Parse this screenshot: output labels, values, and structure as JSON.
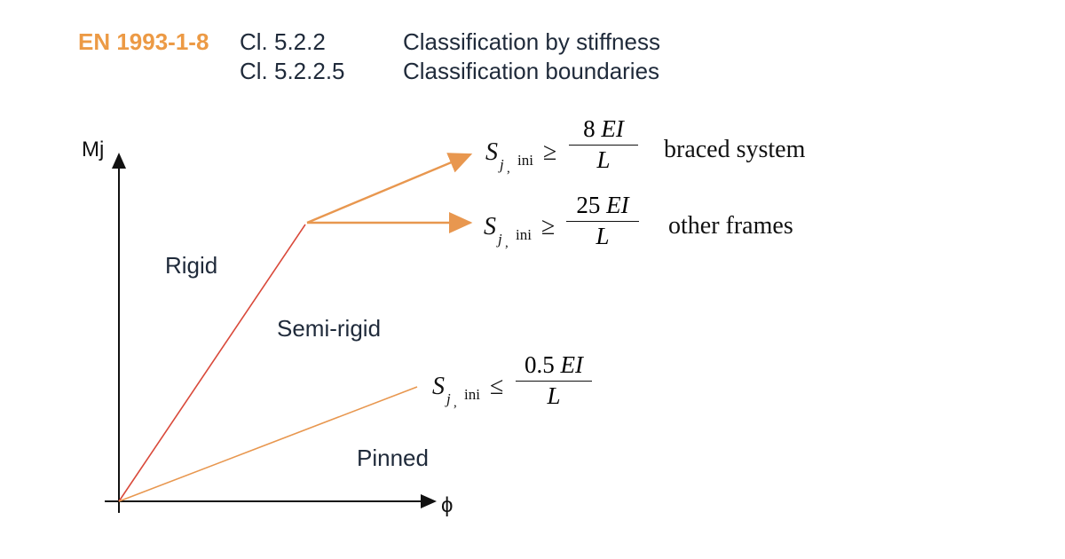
{
  "header": {
    "standard": "EN 1993-1-8",
    "rows": [
      {
        "clause": "Cl. 5.2.2",
        "title": "Classification by stiffness"
      },
      {
        "clause": "Cl. 5.2.2.5",
        "title": "Classification boundaries"
      }
    ]
  },
  "axes": {
    "y_label": "Mj",
    "x_label": "ϕ"
  },
  "regions": {
    "rigid": "Rigid",
    "semi_rigid": "Semi-rigid",
    "pinned": "Pinned"
  },
  "formulas": {
    "braced": {
      "s": "S",
      "sub_j": "j",
      "sub_comma": ",",
      "sub_ini": "ini",
      "op": "≥",
      "numerator_coef": "8",
      "numerator_var": "EI",
      "denominator": "L",
      "note": "braced system"
    },
    "other": {
      "s": "S",
      "sub_j": "j",
      "sub_comma": ",",
      "sub_ini": "ini",
      "op": "≥",
      "numerator_coef": "25",
      "numerator_var": "EI",
      "denominator": "L",
      "note": "other frames"
    },
    "pinned": {
      "s": "S",
      "sub_j": "j",
      "sub_comma": ",",
      "sub_ini": "ini",
      "op": "≤",
      "numerator_coef": "0.5",
      "numerator_var": "EI",
      "denominator": "L"
    }
  },
  "colors": {
    "rigid_line": "#d9493a",
    "pinned_line": "#e8974f",
    "arrow": "#e8974f",
    "standard": "#ec9a45",
    "text": "#1f2a3a"
  }
}
